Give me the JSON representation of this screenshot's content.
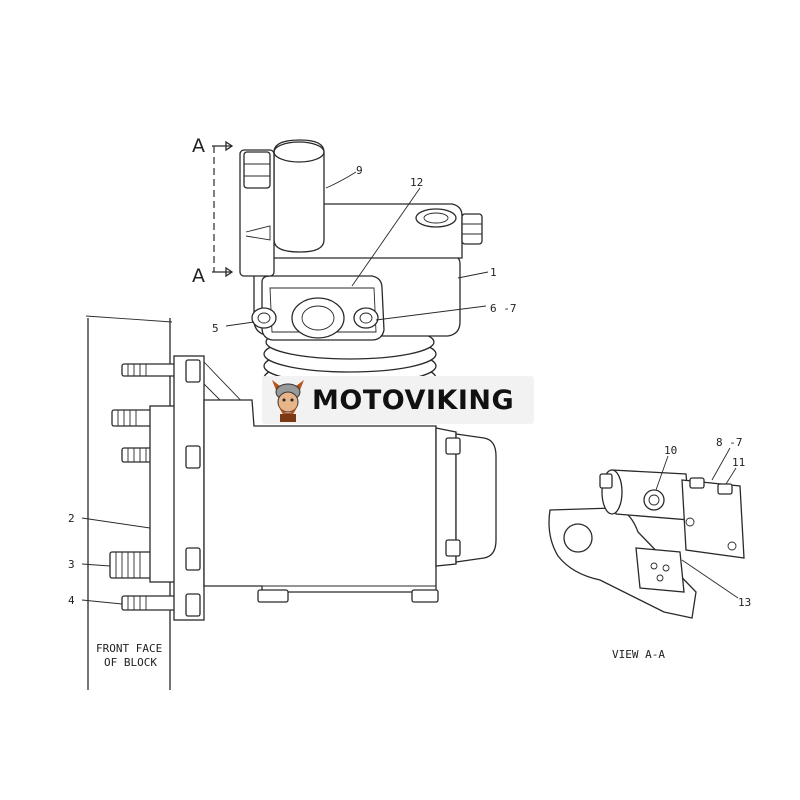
{
  "labels": {
    "section_top": "A",
    "section_bottom": "A",
    "callout_1": "1",
    "callout_2": "2",
    "callout_3": "3",
    "callout_4": "4",
    "callout_5": "5",
    "callout_6_7": "6 -7",
    "callout_8_7": "8 -7",
    "callout_9": "9",
    "callout_10": "10",
    "callout_11": "11",
    "callout_12": "12",
    "callout_13": "13",
    "front_face_line1": "FRONT FACE",
    "front_face_line2": "OF BLOCK",
    "view_caption": "VIEW A-A"
  },
  "watermark": {
    "text": "MOTOVIKING",
    "background": "#f2f2f2",
    "logo_icon": "viking-mascot-icon"
  },
  "colors": {
    "line": "#2a2a2a",
    "background": "#ffffff",
    "logo_accent": "#b8531f"
  }
}
